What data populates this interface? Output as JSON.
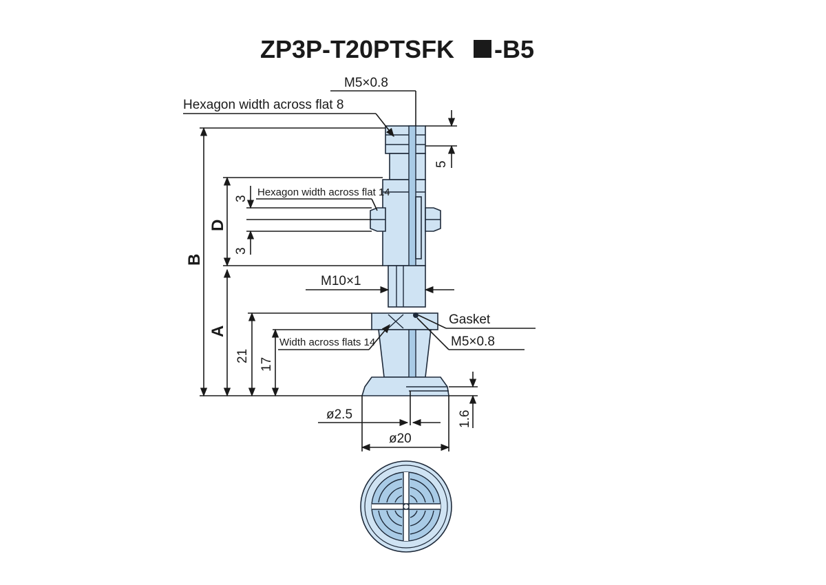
{
  "title_prefix": "ZP3P-T20PTSFK",
  "title_suffix": "-B5",
  "labels": {
    "top_thread": "M5×0.8",
    "hex_top": "Hexagon width across flat 8",
    "hex_mid": "Hexagon width across flat 14",
    "m10": "M10×1",
    "gasket": "Gasket",
    "side_thread": "M5×0.8",
    "width_flats": "Width across flats 14",
    "dia_small": "ø2.5",
    "dia_big": "ø20"
  },
  "dimensions": {
    "top_5": "5",
    "d_3_upper": "3",
    "d_3_lower": "3",
    "D": "D",
    "B": "B",
    "A": "A",
    "h21": "21",
    "h17": "17",
    "h1_6": "1.6"
  },
  "colors": {
    "part_fill": "#cfe3f3",
    "part_dark": "#a9cbe6",
    "line": "#1a1a1a"
  }
}
